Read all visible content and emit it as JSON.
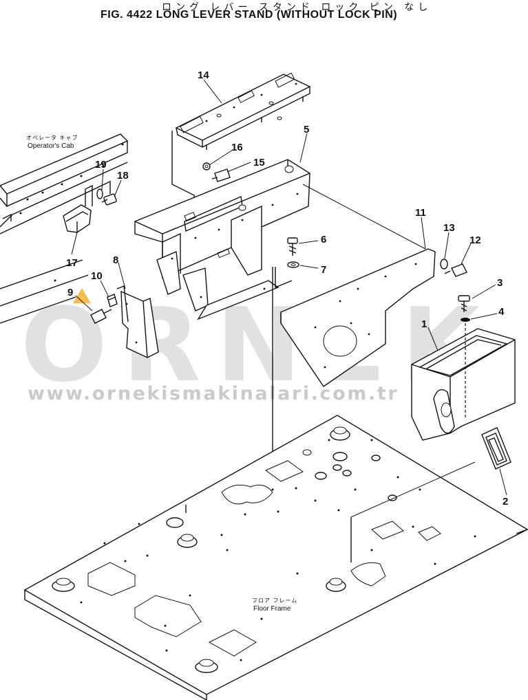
{
  "figure": {
    "title_jp": "ロング レバー スタンド ロック ピン なし",
    "title_en": "FIG. 4422  LONG LEVER STAND (WITHOUT LOCK PIN)"
  },
  "labels": {
    "operators_cab_jp": "オペレータ キャブ",
    "operators_cab_en": "Operator's Cab",
    "floor_frame_jp": "フロア フレーム",
    "floor_frame_en": "Floor Frame"
  },
  "callouts": [
    "1",
    "2",
    "3",
    "4",
    "5",
    "6",
    "7",
    "8",
    "9",
    "10",
    "11",
    "12",
    "13",
    "14",
    "15",
    "16",
    "17",
    "18",
    "19"
  ],
  "watermark": {
    "logo": "ORNEK",
    "url": "www.ornekismakinalari.com.tr",
    "accent_color": "#f2b233",
    "text_color": "#c9c9cd"
  }
}
